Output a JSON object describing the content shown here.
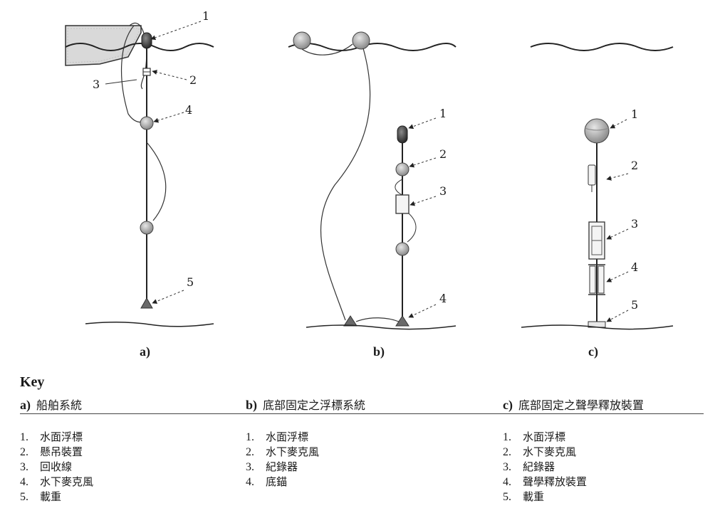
{
  "panels": [
    {
      "id": "a",
      "label": "a)",
      "callouts": [
        "1",
        "2",
        "3",
        "4",
        "5"
      ]
    },
    {
      "id": "b",
      "label": "b)",
      "callouts": [
        "1",
        "2",
        "3",
        "4"
      ]
    },
    {
      "id": "c",
      "label": "c)",
      "callouts": [
        "1",
        "2",
        "3",
        "4",
        "5"
      ]
    }
  ],
  "legend": {
    "title": "Key",
    "columns": [
      {
        "letter": "a)",
        "heading": "船舶系統",
        "items": [
          {
            "n": "1.",
            "text": "水面浮標"
          },
          {
            "n": "2.",
            "text": "懸吊裝置"
          },
          {
            "n": "3.",
            "text": "回收線"
          },
          {
            "n": "4.",
            "text": "水下麥克風"
          },
          {
            "n": "5.",
            "text": "載重"
          }
        ]
      },
      {
        "letter": "b)",
        "heading": "底部固定之浮標系統",
        "items": [
          {
            "n": "1.",
            "text": "水面浮標"
          },
          {
            "n": "2.",
            "text": "水下麥克風"
          },
          {
            "n": "3.",
            "text": "紀錄器"
          },
          {
            "n": "4.",
            "text": "底錨"
          }
        ]
      },
      {
        "letter": "c)",
        "heading": "底部固定之聲學釋放裝置",
        "items": [
          {
            "n": "1.",
            "text": "水面浮標"
          },
          {
            "n": "2.",
            "text": "水下麥克風"
          },
          {
            "n": "3.",
            "text": "紀錄器"
          },
          {
            "n": "4.",
            "text": "聲學釋放裝置"
          },
          {
            "n": "5.",
            "text": "載重"
          }
        ]
      }
    ]
  }
}
